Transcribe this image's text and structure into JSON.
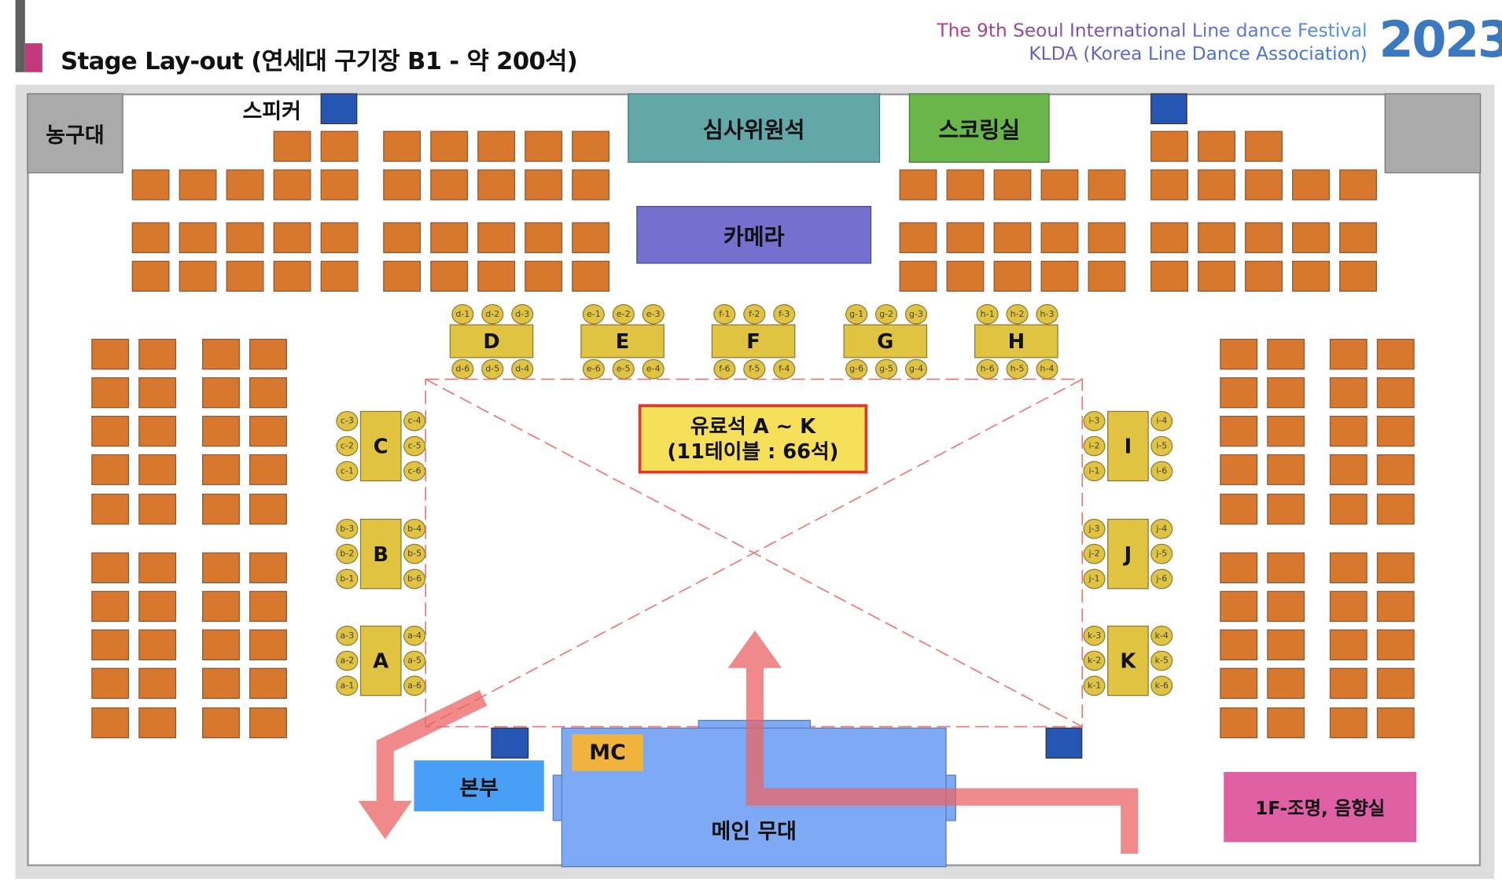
{
  "header": {
    "title": "Stage Lay-out (연세대 구기장 B1 - 약 200석)",
    "festival_line1": "The 9th Seoul International Line dance Festival",
    "festival_line2": "KLDA (Korea Line Dance Association)",
    "year": "2023"
  },
  "areas": {
    "basketball": "농구대",
    "speaker": "스피커",
    "judges": "심사위원석",
    "scoring": "스코링실",
    "camera": "카메라",
    "paid_seats_line1": "유료석 A ~ K",
    "paid_seats_line2": "(11테이블 : 66석)",
    "mc": "MC",
    "headquarters": "본부",
    "main_stage": "메인 무대",
    "lighting_sound": "1F-조명, 음향실"
  },
  "tables": {
    "top": [
      "D",
      "E",
      "F",
      "G",
      "H"
    ],
    "left": [
      "C",
      "B",
      "A"
    ],
    "right": [
      "I",
      "J",
      "K"
    ]
  },
  "colors": {
    "seat": "#d8782e",
    "table": "#e0c340",
    "judges": "#62a8a8",
    "scoring": "#6ab64a",
    "camera": "#7570d0",
    "stage": "#7eaaf5",
    "mc": "#f0b43c",
    "headquarters": "#47a0f5",
    "lighting": "#e060a5",
    "arrow": "#f08080",
    "year": "#3a78c0"
  }
}
